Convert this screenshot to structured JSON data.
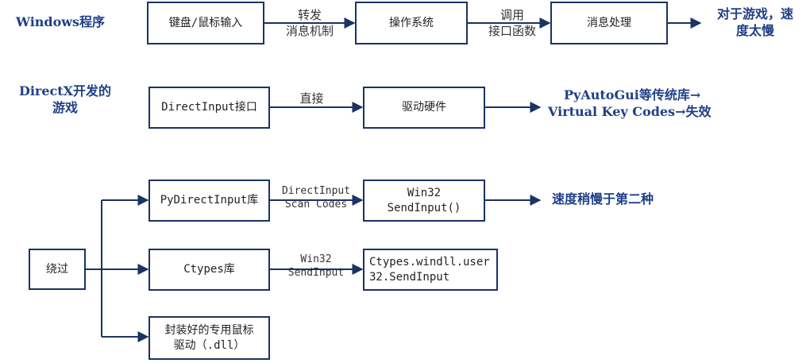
{
  "rows": {
    "windows": {
      "heading": "Windows程序",
      "input_box": "键盘/鼠标输入",
      "edge1": [
        "转发",
        "消息机制"
      ],
      "os_box": "操作系统",
      "edge2": [
        "调用",
        "接口函数"
      ],
      "msg_box": "消息处理",
      "result": [
        "对于游戏，速",
        "度太慢"
      ]
    },
    "directx": {
      "heading": [
        "DirectX开发的",
        "游戏"
      ],
      "interface_box": "DirectInput接口",
      "edge": "直接",
      "driver_box": "驱动硬件",
      "result": [
        "PyAutoGui等传统库→",
        "Virtual Key Codes→失效"
      ]
    },
    "bypass": {
      "root_box": "绕过",
      "pydirect_box": "PyDirectInput库",
      "pydirect_edge": [
        "DirectInput",
        "Scan Codes"
      ],
      "win32_box": [
        "Win32",
        "SendInput()"
      ],
      "result": "速度稍慢于第二种",
      "ctypes_box": "Ctypes库",
      "ctypes_edge": [
        "Win32",
        "SendInput"
      ],
      "ctypes_target": [
        "Ctypes.windll.user",
        "32.SendInput"
      ],
      "driver_box": [
        "封装好的专用鼠标",
        "驱动（.dll）"
      ]
    }
  },
  "colors": {
    "stroke": "#1a3363",
    "heading": "#1f3f86"
  }
}
